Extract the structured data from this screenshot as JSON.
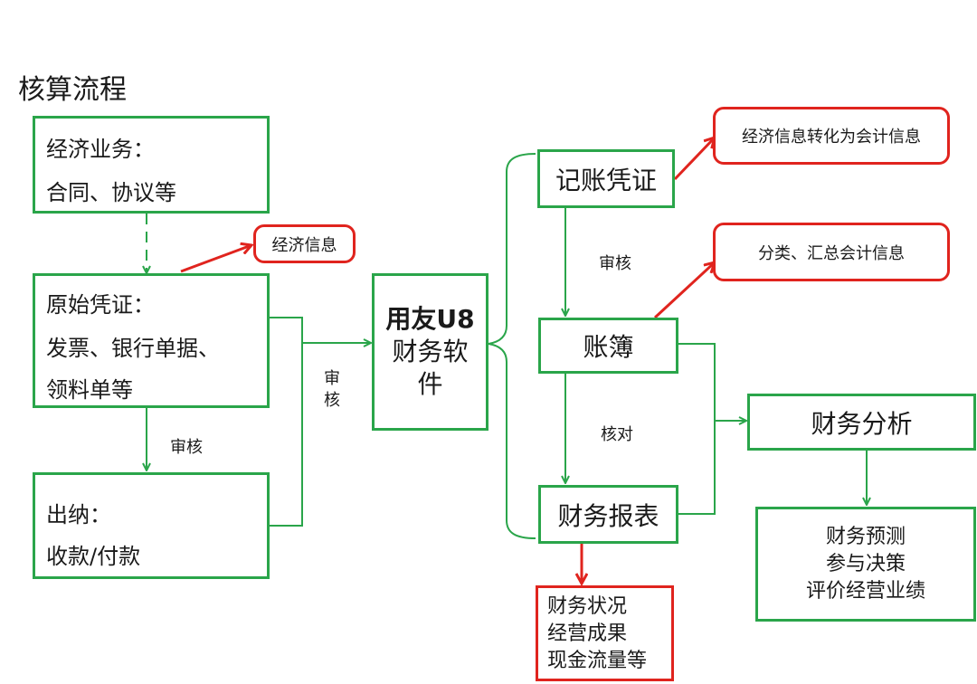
{
  "title": "核算流程",
  "colors": {
    "green": "#2aa54a",
    "red": "#e0241e",
    "text": "#1a1a1a"
  },
  "boxes": {
    "economic_business": {
      "line1": "经济业务：",
      "line2": "合同、协议等"
    },
    "original_voucher": {
      "line1": "原始凭证：",
      "line2": "发票、银行单据、",
      "line3": "领料单等"
    },
    "cashier": {
      "line1": "出纳：",
      "line2": "收款/付款"
    },
    "software": {
      "line1": "用友U8",
      "line2": "财务软",
      "line3": "件"
    },
    "accounting_voucher": {
      "label": "记账凭证"
    },
    "ledger": {
      "label": "账簿"
    },
    "financial_report": {
      "label": "财务报表"
    },
    "financial_analysis": {
      "label": "财务分析"
    },
    "analysis_outputs": {
      "line1": "财务预测",
      "line2": "参与决策",
      "line3": "评价经营业绩"
    },
    "report_outputs": {
      "line1": "财务状况",
      "line2": "经营成果",
      "line3": "现金流量等"
    }
  },
  "callouts": {
    "economic_info": "经济信息",
    "info_conversion": "经济信息转化为会计信息",
    "classify_summary": "分类、汇总会计信息"
  },
  "labels": {
    "audit_left": "审核",
    "audit_vertical_1": "审",
    "audit_vertical_2": "核",
    "audit_right": "审核",
    "reconcile": "核对"
  }
}
